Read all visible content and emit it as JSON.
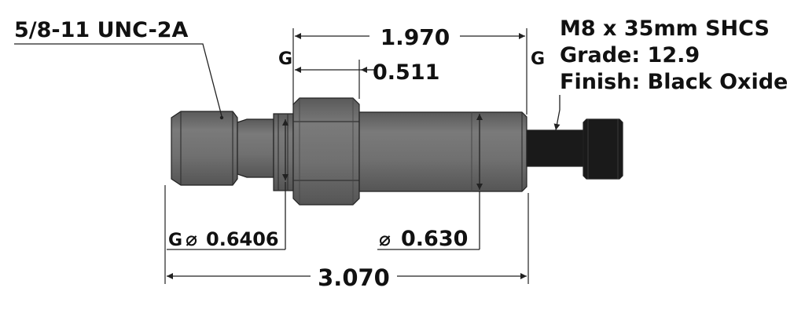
{
  "labels": {
    "thread_callout": "5/8-11 UNC-2A",
    "gauge_left": "G",
    "gauge_right": "G",
    "gauge_dia": "G",
    "screw_line1": "M8 x 35mm SHCS",
    "screw_line2": "Grade: 12.9",
    "screw_line3": "Finish: Black Oxide"
  },
  "dimensions": {
    "overall_length": "3.070",
    "upper_length": "1.970",
    "hex_width": "0.511",
    "groove_diameter": "0.6406",
    "shank_diameter": "0.630",
    "diameter_symbol": "⌀"
  },
  "colors": {
    "part_body": "#707070",
    "part_dark": "#4a4a4a",
    "part_light": "#8a8a8a",
    "screw": "#1a1a1a",
    "line": "#222222"
  }
}
